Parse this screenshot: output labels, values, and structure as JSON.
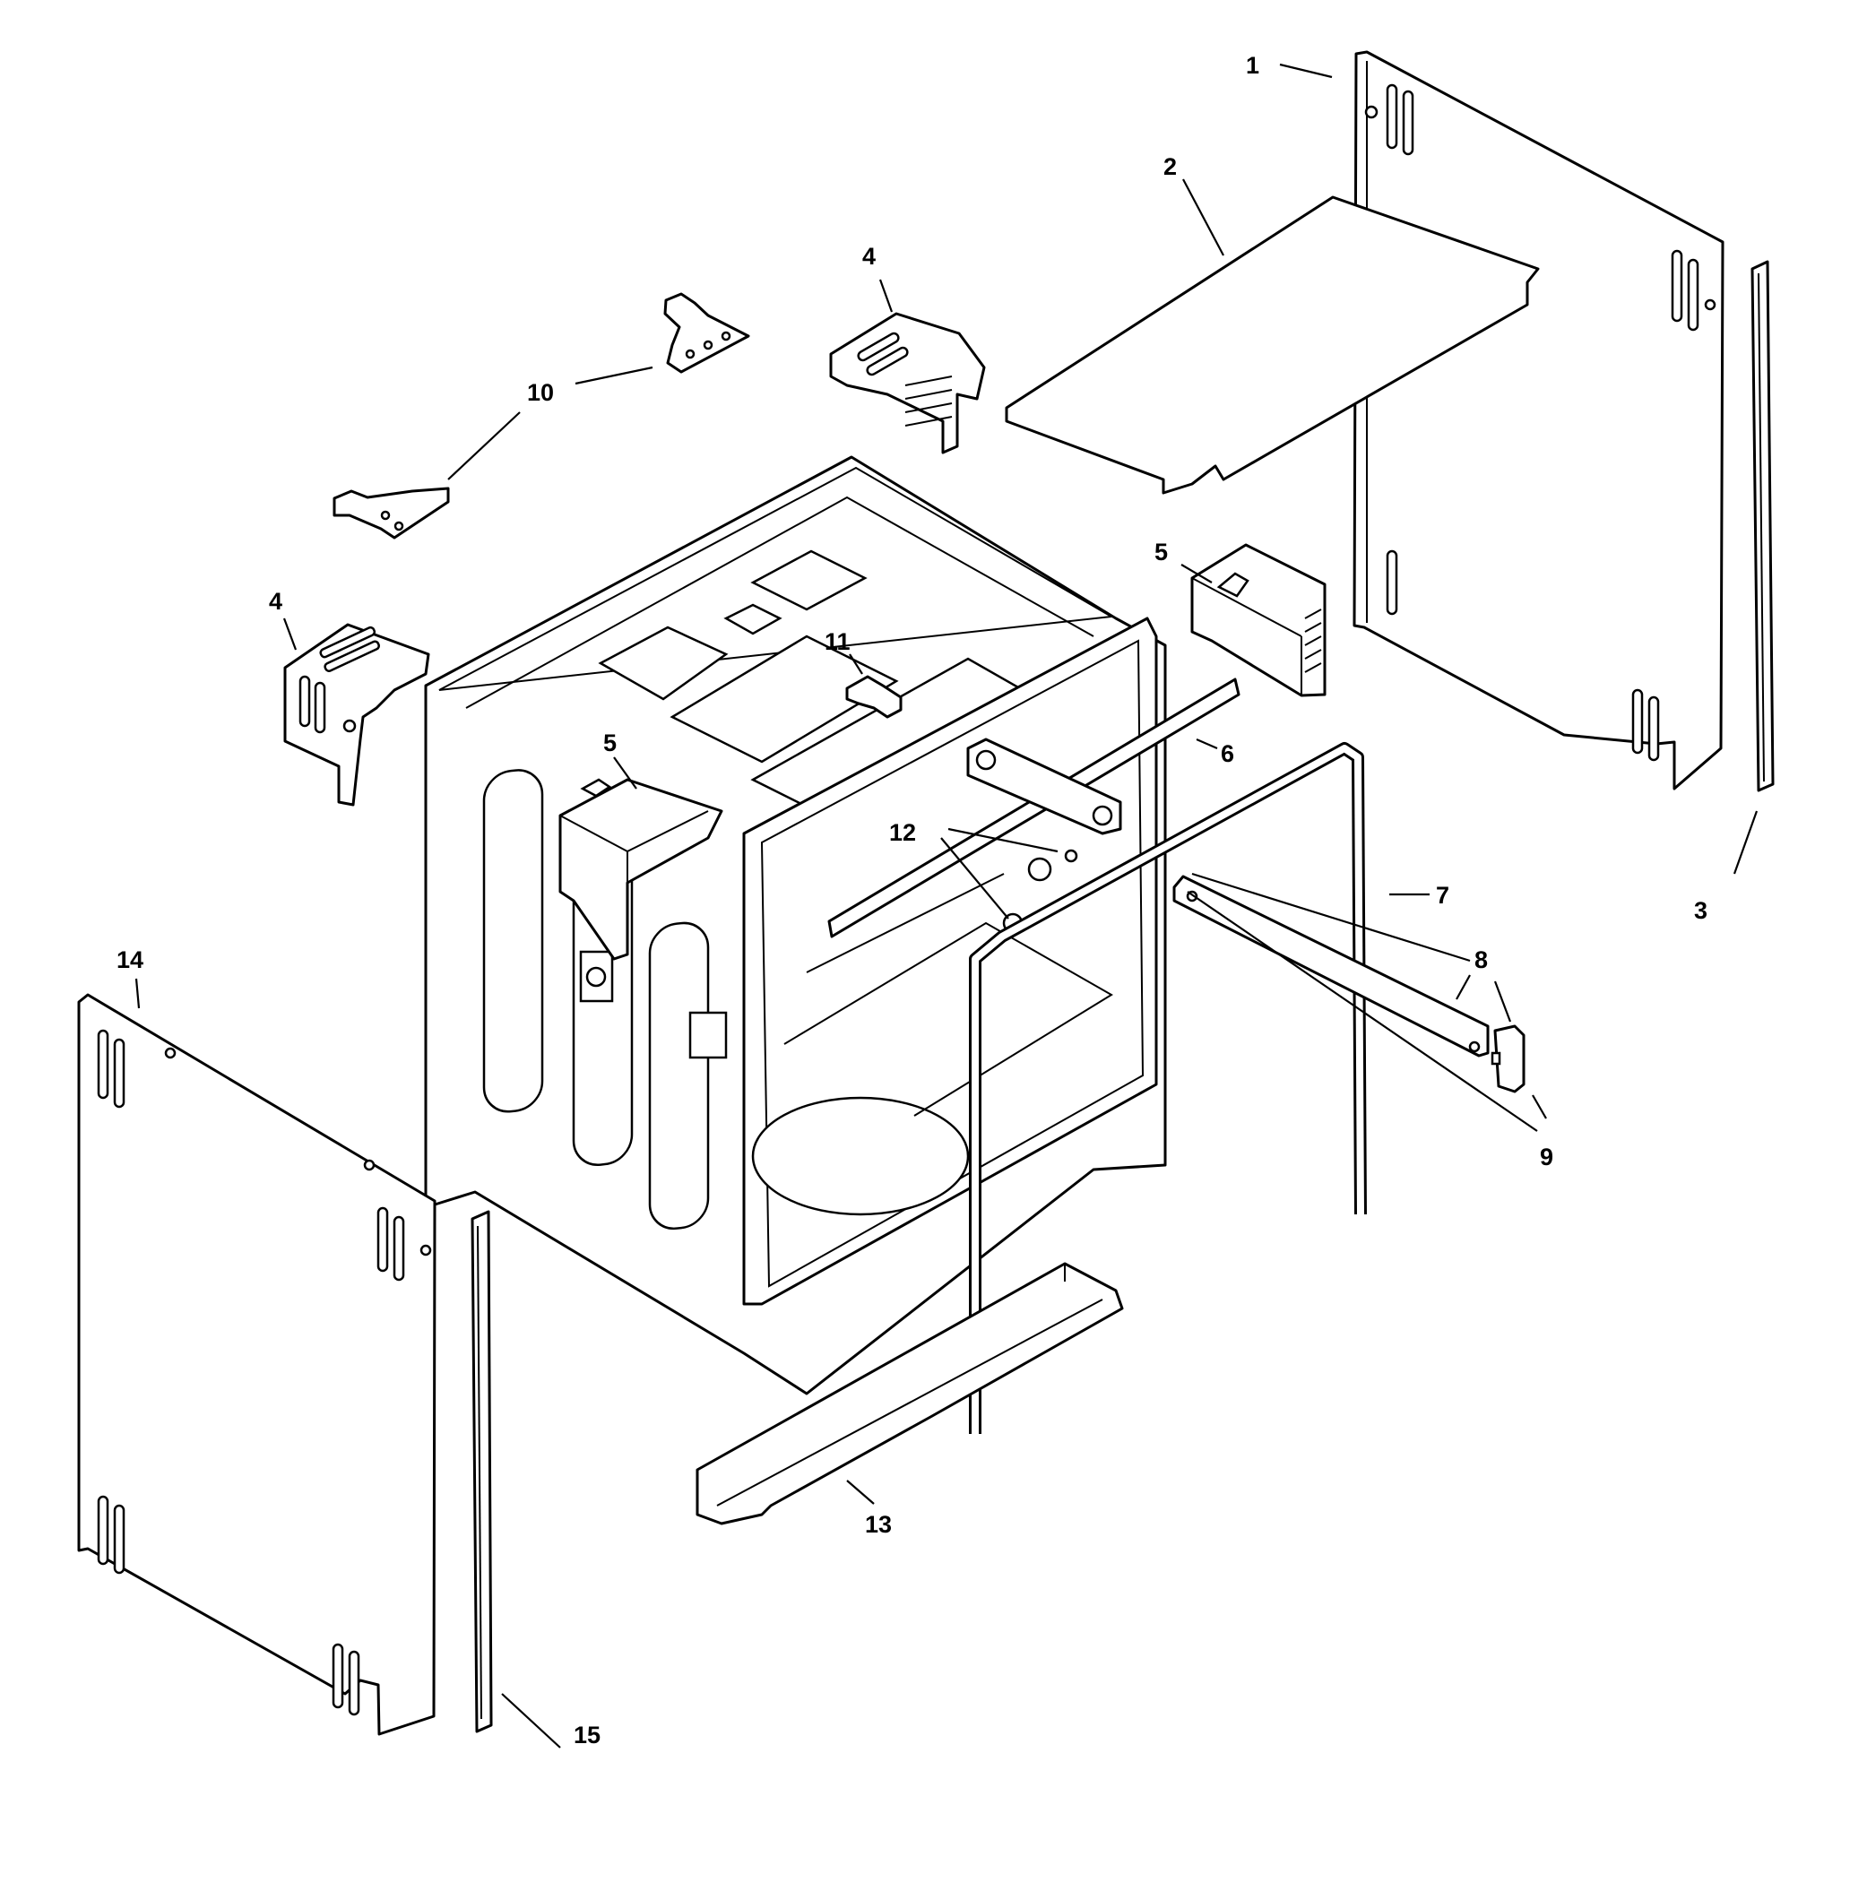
{
  "diagram": {
    "callouts": [
      {
        "id": "c1",
        "label": "1"
      },
      {
        "id": "c2",
        "label": "2"
      },
      {
        "id": "c3",
        "label": "3"
      },
      {
        "id": "c4a",
        "label": "4"
      },
      {
        "id": "c4b",
        "label": "4"
      },
      {
        "id": "c5a",
        "label": "5"
      },
      {
        "id": "c5b",
        "label": "5"
      },
      {
        "id": "c6",
        "label": "6"
      },
      {
        "id": "c7",
        "label": "7"
      },
      {
        "id": "c8",
        "label": "8"
      },
      {
        "id": "c9",
        "label": "9"
      },
      {
        "id": "c10",
        "label": "10"
      },
      {
        "id": "c11",
        "label": "11"
      },
      {
        "id": "c12",
        "label": "12"
      },
      {
        "id": "c13",
        "label": "13"
      },
      {
        "id": "c14",
        "label": "14"
      },
      {
        "id": "c15",
        "label": "15"
      }
    ]
  }
}
